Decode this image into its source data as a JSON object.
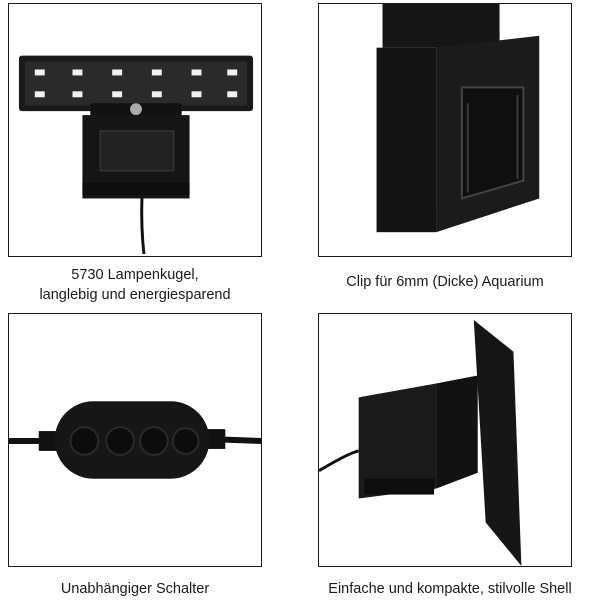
{
  "captions": {
    "panel1_line1": "5730 Lampenkugel,",
    "panel1_line2": "langlebig und energiesparend",
    "panel2": "Clip für 6mm (Dicke) Aquarium",
    "panel3": "Unabhängiger Schalter",
    "panel4": "Einfache und kompakte, stilvolle Shell"
  },
  "colors": {
    "frame": "#1a1a1a",
    "product_black": "#151515",
    "led": "#f2f2ea"
  }
}
